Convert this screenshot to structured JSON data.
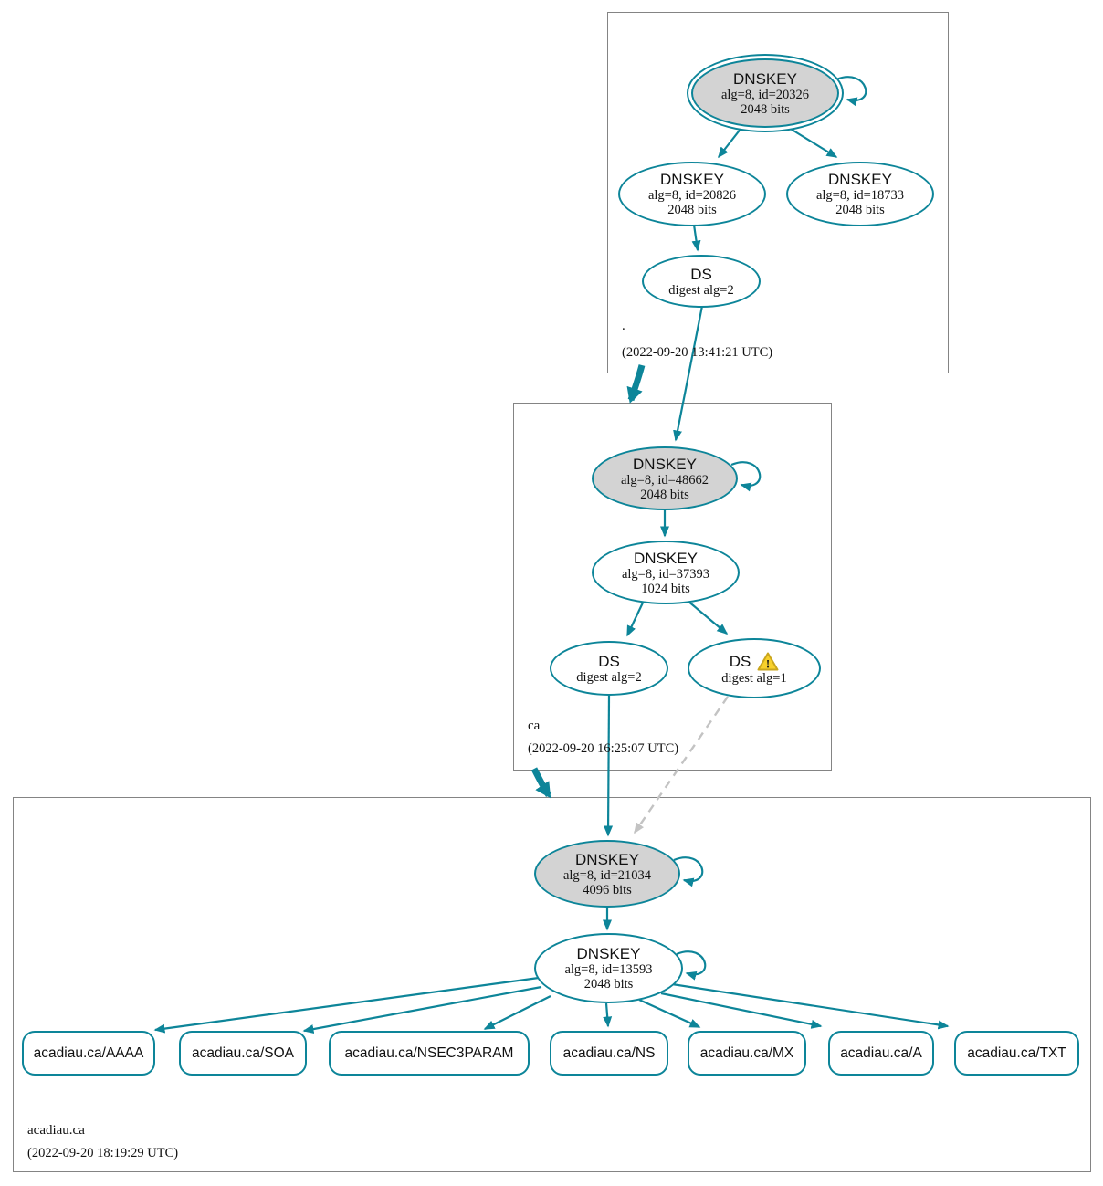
{
  "colors": {
    "edge_teal": "#0d8599",
    "ksk_fill_gray": "#d3d3d3",
    "dashed_gray": "#c3c3c3",
    "warning_fill": "#f8d12c",
    "warning_border": "#caa61d"
  },
  "zones": [
    {
      "name": ".",
      "timestamp": "(2022-09-20 13:41:21 UTC)",
      "nodes": [
        {
          "title": "DNSKEY",
          "sub1": "alg=8, id=20326",
          "sub2": "2048 bits"
        },
        {
          "title": "DNSKEY",
          "sub1": "alg=8, id=20826",
          "sub2": "2048 bits"
        },
        {
          "title": "DNSKEY",
          "sub1": "alg=8, id=18733",
          "sub2": "2048 bits"
        },
        {
          "title": "DS",
          "sub1": "digest alg=2"
        }
      ]
    },
    {
      "name": "ca",
      "timestamp": "(2022-09-20 16:25:07 UTC)",
      "nodes": [
        {
          "title": "DNSKEY",
          "sub1": "alg=8, id=48662",
          "sub2": "2048 bits"
        },
        {
          "title": "DNSKEY",
          "sub1": "alg=8, id=37393",
          "sub2": "1024 bits"
        },
        {
          "title": "DS",
          "sub1": "digest alg=2"
        },
        {
          "title": "DS",
          "sub1": "digest alg=1",
          "warning": "warning"
        }
      ]
    },
    {
      "name": "acadiau.ca",
      "timestamp": "(2022-09-20 18:19:29 UTC)",
      "nodes": [
        {
          "title": "DNSKEY",
          "sub1": "alg=8, id=21034",
          "sub2": "4096 bits"
        },
        {
          "title": "DNSKEY",
          "sub1": "alg=8, id=13593",
          "sub2": "2048 bits"
        }
      ],
      "rrsets": [
        "acadiau.ca/AAAA",
        "acadiau.ca/SOA",
        "acadiau.ca/NSEC3PARAM",
        "acadiau.ca/NS",
        "acadiau.ca/MX",
        "acadiau.ca/A",
        "acadiau.ca/TXT"
      ]
    }
  ]
}
